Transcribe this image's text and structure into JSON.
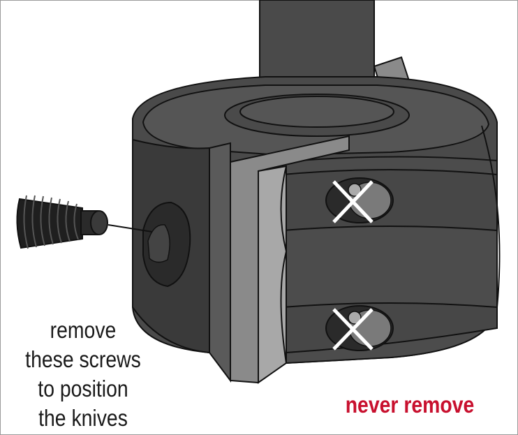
{
  "labels": {
    "remove_lines": [
      "remove",
      "these screws",
      "to position",
      "the knives"
    ],
    "never_remove": "never remove"
  },
  "colors": {
    "body": "#4a4a4a",
    "body_dark": "#2e2e2e",
    "body_light": "#5a5a5a",
    "knife": "#8a8a8a",
    "knife_light": "#a8a8a8",
    "screw": "#1f1f1f",
    "x_mark": "#ffffff",
    "accent_red": "#c8102e",
    "outline": "#111111"
  }
}
